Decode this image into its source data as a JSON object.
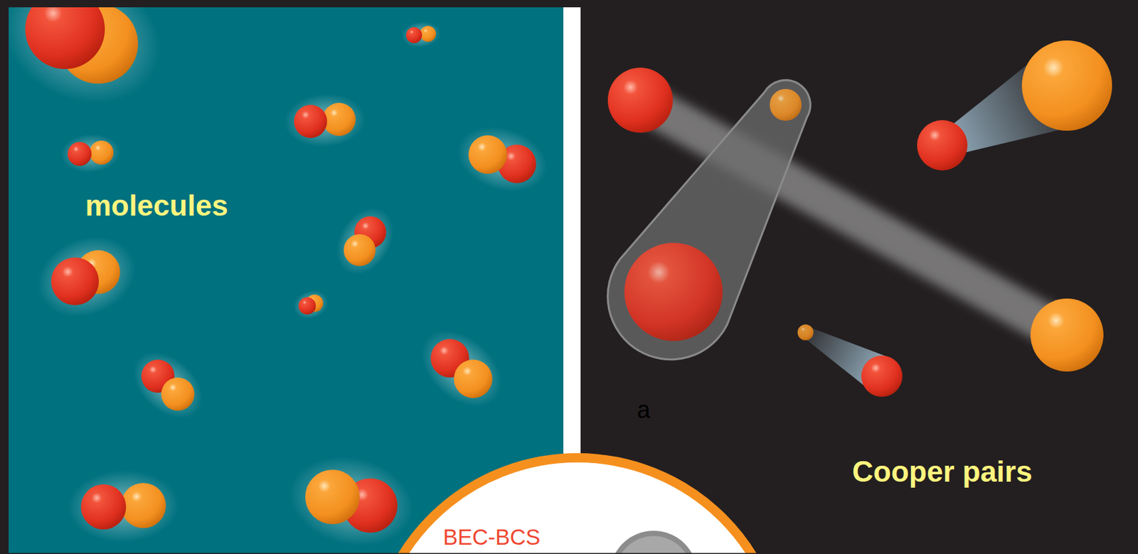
{
  "diagram": {
    "labels": [
      "molecules",
      "Cooper pairs",
      "a",
      "BEC-BCS"
    ]
  }
}
